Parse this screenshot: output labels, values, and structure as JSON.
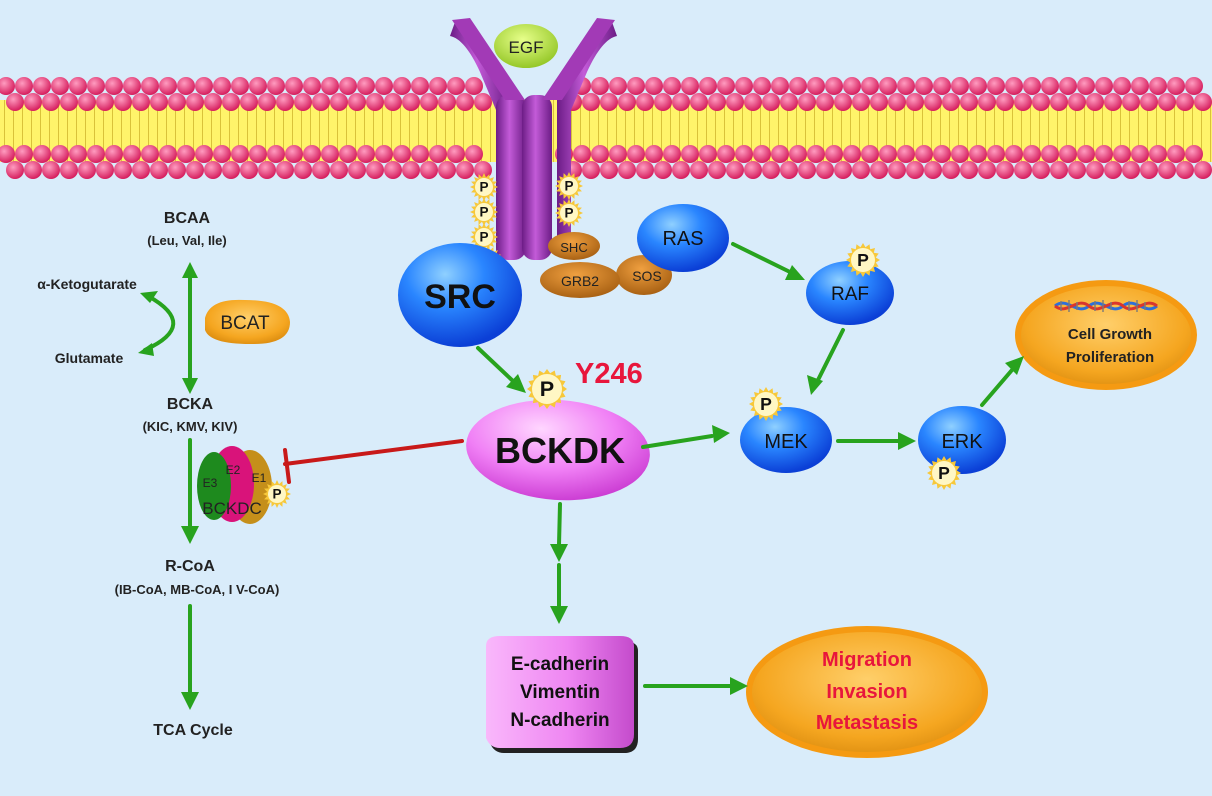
{
  "colors": {
    "background": "#d9ecfa",
    "membrane_head": "#e8306f",
    "membrane_core": "#fff46a",
    "receptor": "#9b2fb0",
    "egf": "#b6e23c",
    "blue_protein": "#1f6fff",
    "adaptor": "#c0761a",
    "magenta": "#f07ff5",
    "orange": "#f0a21c",
    "arrow": "#28a31e",
    "inhibit": "#c81919",
    "highlight_text": "#e8163c"
  },
  "labels": {
    "egf": "EGF",
    "src": "SRC",
    "shc": "SHC",
    "grb2": "GRB2",
    "sos": "SOS",
    "ras": "RAS",
    "raf": "RAF",
    "mek": "MEK",
    "erk": "ERK",
    "bckdk": "BCKDK",
    "y246": "Y246",
    "phospho": "P",
    "bcat": "BCAT",
    "bckdc": "BCKDC",
    "e1": "E1",
    "e2": "E2",
    "e3": "E3"
  },
  "metabolism": {
    "bcaa": "BCAA",
    "bcaa_sub": "(Leu, Val, Ile)",
    "akg": "α-Ketogutarate",
    "glutamate": "Glutamate",
    "bcka": "BCKA",
    "bcka_sub": "(KIC, KMV, KIV)",
    "rcoa": "R-CoA",
    "rcoa_sub": "(IB-CoA, MB-CoA, I V-CoA)",
    "tca": "TCA Cycle"
  },
  "outcomes": {
    "growth_line1": "Cell Growth",
    "growth_line2": "Proliferation",
    "emt_line1": "E-cadherin",
    "emt_line2": "Vimentin",
    "emt_line3": "N-cadherin",
    "meta_line1": "Migration",
    "meta_line2": "Invasion",
    "meta_line3": "Metastasis"
  }
}
